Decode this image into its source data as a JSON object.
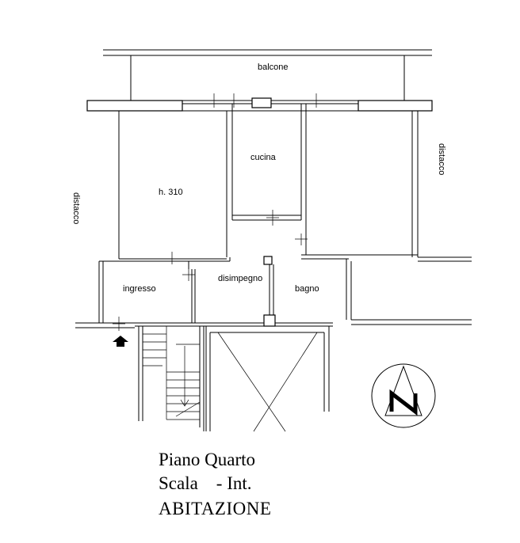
{
  "rooms": {
    "balcony": "balcone",
    "kitchen": "cucina",
    "main_room": "h. 310",
    "entrance": "ingresso",
    "hallway": "disimpegno",
    "bathroom": "bagno",
    "gap_left": "distacco",
    "gap_right": "distacco"
  },
  "title": {
    "line1": "Piano Quarto",
    "line2": "Scala    - Int.",
    "line3": "ABITAZIONE"
  },
  "compass": {
    "letters": "N"
  }
}
